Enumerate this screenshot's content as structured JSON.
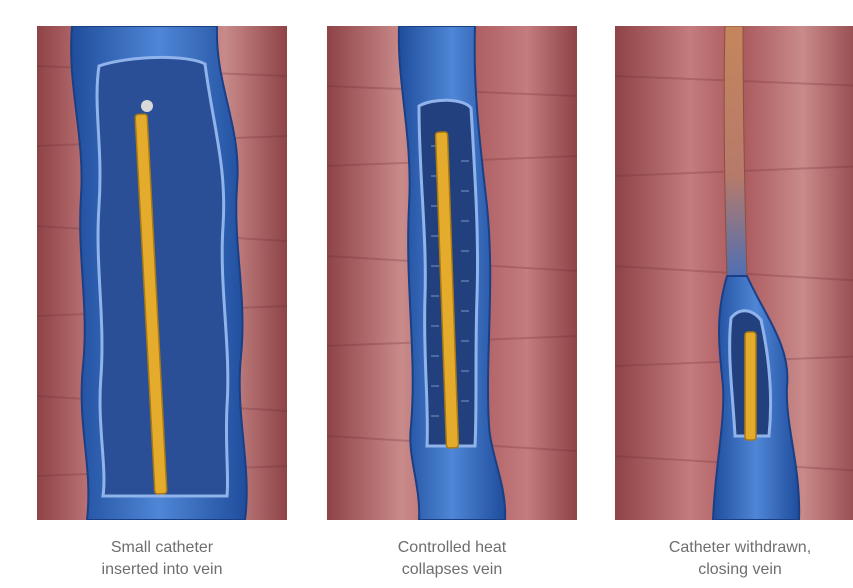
{
  "panels": [
    {
      "id": "panel-1",
      "caption": [
        "Small catheter",
        "inserted into vein"
      ]
    },
    {
      "id": "panel-2",
      "caption": [
        "Controlled heat",
        "collapses vein"
      ]
    },
    {
      "id": "panel-3",
      "caption": [
        "Catheter withdrawn,",
        "closing vein"
      ]
    }
  ],
  "colors": {
    "tissue": "#a9585c",
    "tissue_light": "#c98a8a",
    "vein_blue": "#2f64b8",
    "vein_dark": "#223d7a",
    "catheter_gold": "#e4ab2c"
  }
}
